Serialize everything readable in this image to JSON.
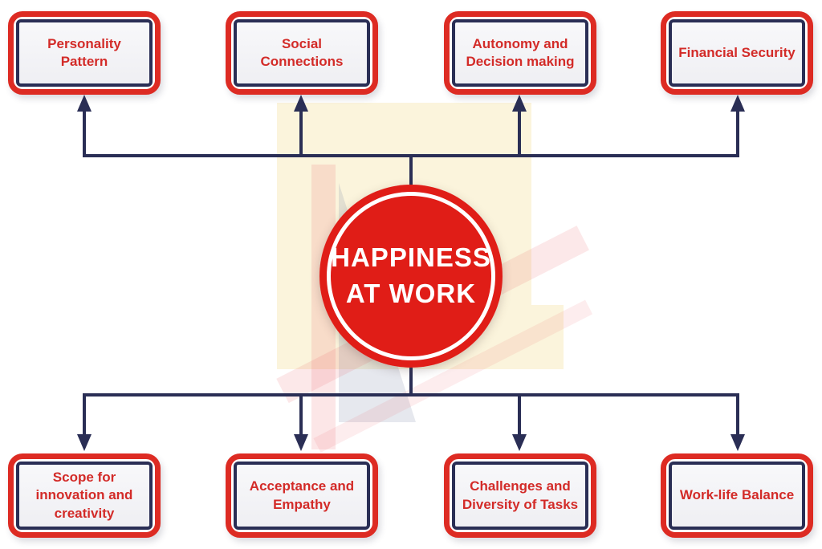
{
  "title": "Happiness at Work factors diagram",
  "center": {
    "label_line1": "HAPPINESS",
    "label_line2": "AT WORK"
  },
  "top_factors": [
    {
      "label": "Personality Pattern"
    },
    {
      "label": "Social Connections"
    },
    {
      "label": "Autonomy and Decision making"
    },
    {
      "label": "Financial Security"
    }
  ],
  "bottom_factors": [
    {
      "label": "Scope for innovation and creativity"
    },
    {
      "label": "Acceptance and Empathy"
    },
    {
      "label": "Challenges and Diversity of Tasks"
    },
    {
      "label": "Work-life Balance"
    }
  ],
  "colors": {
    "red_border": "#DD2B23",
    "red_text": "#D32B28",
    "circle_red": "#E01D17",
    "navy": "#2A2E55",
    "box_fill": "#F4F4F7",
    "watermark_cream": "#FBF4DC"
  }
}
